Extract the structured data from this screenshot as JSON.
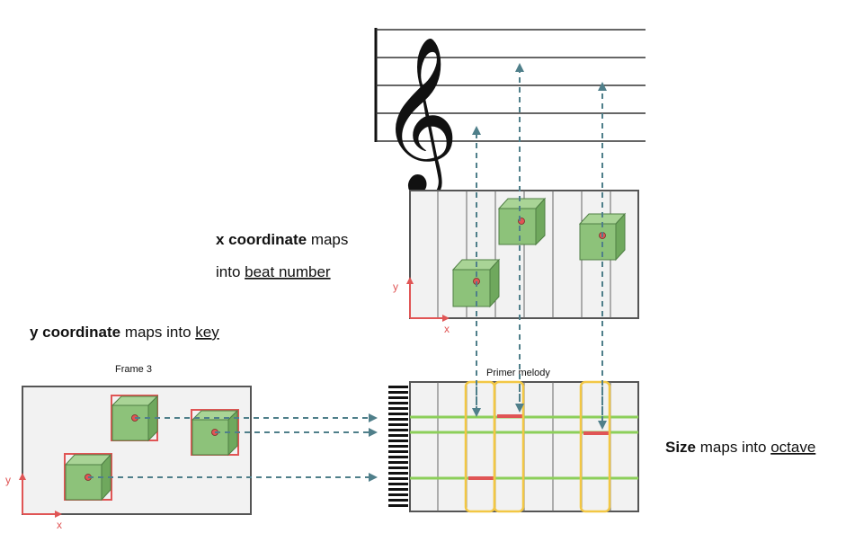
{
  "annotations": {
    "x_mapping": {
      "bold": "x coordinate",
      "rest": " maps",
      "line2_prefix": "into ",
      "underlined": "beat number"
    },
    "y_mapping": {
      "bold": "y coordinate",
      "rest": " maps into ",
      "underlined": "key"
    },
    "size_mapping": {
      "bold": "Size",
      "rest": " maps into ",
      "underlined": "octave"
    }
  },
  "panels": {
    "frame_title": "Frame 3",
    "melody_title": "Primer melody"
  },
  "axes": {
    "x": "x",
    "y": "y"
  },
  "icons": {
    "clef": "treble-clef-icon",
    "keyboard": "piano-keyboard-icon",
    "cube": "cube-icon"
  },
  "colors": {
    "cube_fill": "#8dc27a",
    "cube_stroke": "#4f7f44",
    "dot": "#e05555",
    "box_red": "#e05555",
    "arrow": "#4f7f8a",
    "key_line": "#8ccf5a",
    "note_mark": "#e05555",
    "highlight": "#f2c744",
    "panel_fill": "#f2f2f2",
    "panel_stroke": "#555555"
  }
}
